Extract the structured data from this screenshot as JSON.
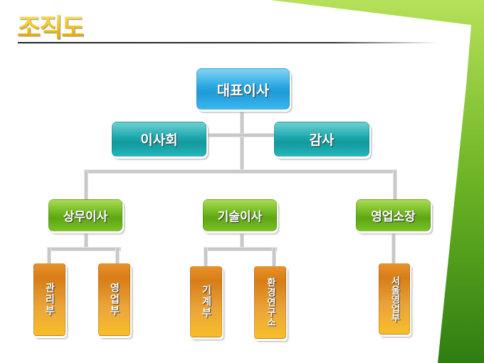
{
  "title": "조직도",
  "ceo": "대표이사",
  "board": "이사회",
  "auditor": "감사",
  "directors": [
    {
      "label": "상무이사",
      "departments": [
        "관리부",
        "영업부"
      ]
    },
    {
      "label": "기술이사",
      "departments": [
        "기계부",
        "환경연구소"
      ]
    },
    {
      "label": "영업소장",
      "departments": [
        "서울영업부"
      ]
    }
  ],
  "colors": {
    "ceo": "#28a6e0",
    "board": "#1aa8ad",
    "director": "#6cb41c",
    "department": "#e8902a",
    "accent": "#5ea513"
  }
}
